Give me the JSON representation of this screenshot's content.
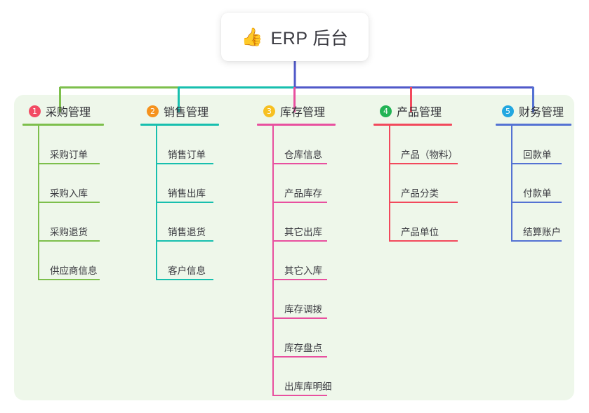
{
  "diagram": {
    "title": "ERP 后台",
    "root": {
      "icon": "thumbs-up-icon",
      "emoji": "👍",
      "label": "ERP 后台"
    },
    "panel_color": "#eef7ea",
    "root_connector_color": "#5059c9",
    "branches": [
      {
        "number": "1",
        "badge_color": "#f24b63",
        "line_color": "#7dbf4c",
        "label": "采购管理",
        "items": [
          "采购订单",
          "采购入库",
          "采购退货",
          "供应商信息"
        ]
      },
      {
        "number": "2",
        "badge_color": "#f5921e",
        "line_color": "#17bfae",
        "label": "销售管理",
        "items": [
          "销售订单",
          "销售出库",
          "销售退货",
          "客户信息"
        ]
      },
      {
        "number": "3",
        "badge_color": "#f7c022",
        "line_color": "#e8509f",
        "label": "库存管理",
        "items": [
          "仓库信息",
          "产品库存",
          "其它出库",
          "其它入库",
          "库存调拨",
          "库存盘点",
          "出库库明细"
        ]
      },
      {
        "number": "4",
        "badge_color": "#22b455",
        "line_color": "#f2495c",
        "label": "产品管理",
        "items": [
          "产品（物料）",
          "产品分类",
          "产品单位"
        ]
      },
      {
        "number": "5",
        "badge_color": "#22a7e0",
        "line_color": "#5472d3",
        "label": "财务管理",
        "items": [
          "回款单",
          "付款单",
          "结算账户"
        ]
      }
    ]
  }
}
